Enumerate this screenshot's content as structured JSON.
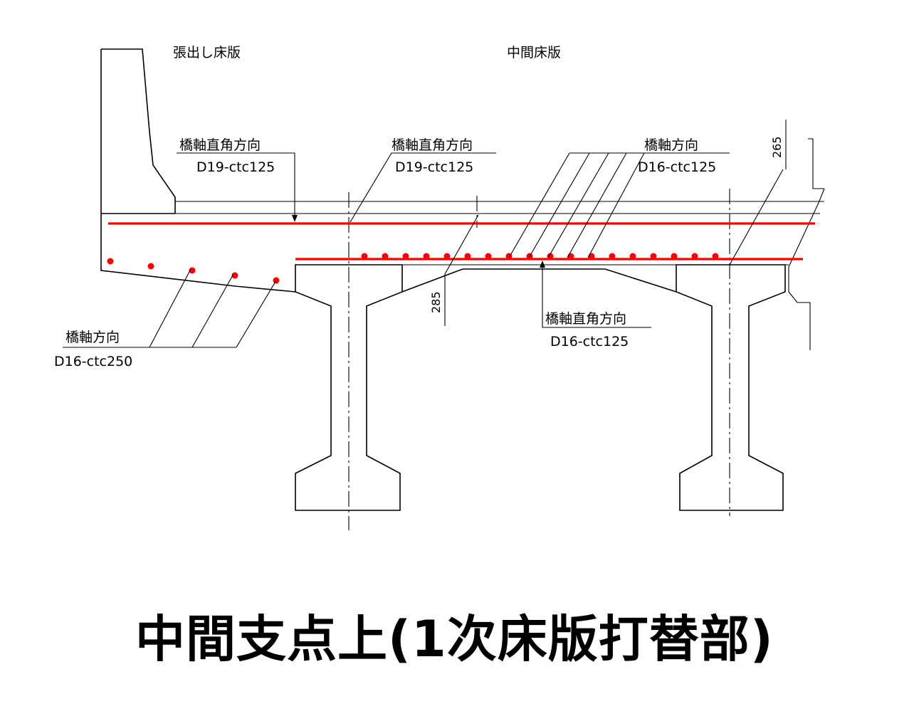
{
  "labels": {
    "cantilever_slab": "張出し床版",
    "middle_slab": "中間床版",
    "top_left_direction": "橋軸直角方向",
    "top_left_spec": "D19-ctc125",
    "top_center_direction": "橋軸直角方向",
    "top_center_spec": "D19-ctc125",
    "top_right_direction": "橋軸方向",
    "top_right_spec": "D16-ctc125",
    "bottom_left_direction": "橋軸方向",
    "bottom_left_spec": "D16-ctc250",
    "bottom_center_direction": "橋軸直角方向",
    "bottom_center_spec": "D16-ctc125"
  },
  "dimensions": {
    "right_top": "265",
    "haunch": "285"
  },
  "title": "中間支点上(1次床版打替部)",
  "colors": {
    "rebar": "#ff0000",
    "line": "#000000"
  }
}
